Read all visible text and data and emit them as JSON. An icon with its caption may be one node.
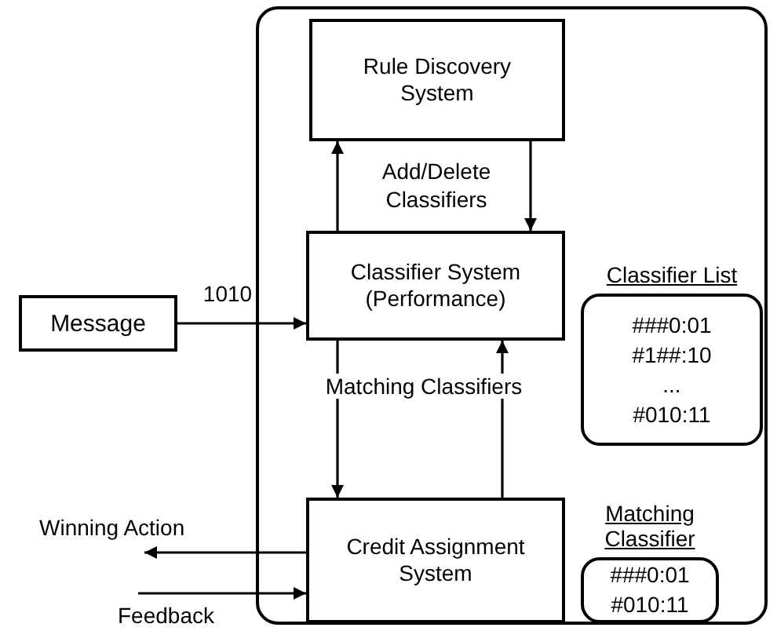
{
  "diagram": {
    "nodes": [
      {
        "text": [],
        "shape": "box"
      },
      {
        "text": [
          "Rule Discovery System"
        ],
        "in": 0
      },
      {
        "text": [
          "Classifier System (Performance)"
        ],
        "in": 0
      },
      {
        "text": [
          "Credit Assignment System"
        ],
        "in": 0
      },
      {
        "text": [
          "Message"
        ]
      },
      {
        "text": [
          "Classifier List",
          "###0:01 #1##:10 ... #010:11"
        ],
        "in": 0
      },
      {
        "text": [
          "Matching Classifier",
          "###0:01 #010:11"
        ],
        "in": 0
      },
      {
        "text": [
          "Winning Action"
        ]
      },
      {
        "text": [
          "Feedback"
        ]
      }
    ],
    "edges": [
      {
        "from": 2,
        "to": 1,
        "arrow": "to"
      },
      {
        "from": 1,
        "to": 2,
        "arrow": "to",
        "label": "Add/Delete Classifiers"
      },
      {
        "from": 4,
        "to": 2,
        "arrow": "to",
        "label": "1010"
      },
      {
        "from": 2,
        "to": 3,
        "arrow": "to",
        "label": "Matching Classifiers"
      },
      {
        "from": 3,
        "to": 2,
        "arrow": "to"
      },
      {
        "from": 3,
        "to": 7,
        "arrow": "to"
      },
      {
        "from": 8,
        "to": 3,
        "arrow": "to"
      }
    ]
  }
}
